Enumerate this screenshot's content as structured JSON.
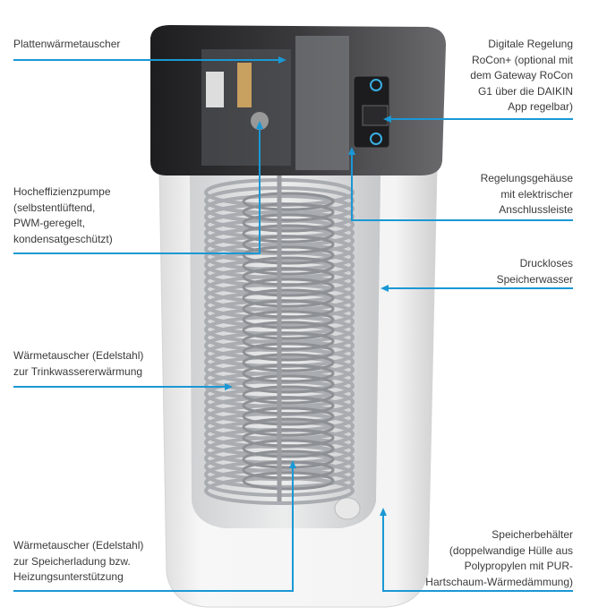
{
  "colors": {
    "leader": "#1a98d5",
    "cabinet_top": "#2b2b2d",
    "body": "#f2f2f2",
    "coil": "#b9bcc0"
  },
  "labels": {
    "plate_heat_exchanger": {
      "lines": [
        "Plattenwärmetauscher"
      ]
    },
    "pump": {
      "lines": [
        "Hocheffizienzpumpe",
        "(selbstentlüftend,",
        "PWM-geregelt,",
        "kondensatgeschützt)"
      ]
    },
    "dhw_exchanger": {
      "lines": [
        "Wärmetauscher (Edelstahl)",
        "zur Trinkwassererwärmung"
      ]
    },
    "charge_exchanger": {
      "lines": [
        "Wärmetauscher (Edelstahl)",
        "zur Speicherladung bzw.",
        "Heizungsunterstützung"
      ]
    },
    "controller": {
      "lines": [
        "Digitale Regelung",
        "RoCon+ (optional mit",
        "dem Gateway RoCon",
        "G1 über die DAIKIN",
        "App regelbar)"
      ]
    },
    "control_housing": {
      "lines": [
        "Regelungsgehäuse",
        "mit elektrischer",
        "Anschlussleiste"
      ]
    },
    "storage_water": {
      "lines": [
        "Druckloses",
        "Speicherwasser"
      ]
    },
    "storage_tank": {
      "lines": [
        "Speicherbehälter",
        "(doppelwandige Hülle aus",
        "Polypropylen mit PUR-",
        "Hartschaum-Wärmedämmung)"
      ]
    }
  }
}
